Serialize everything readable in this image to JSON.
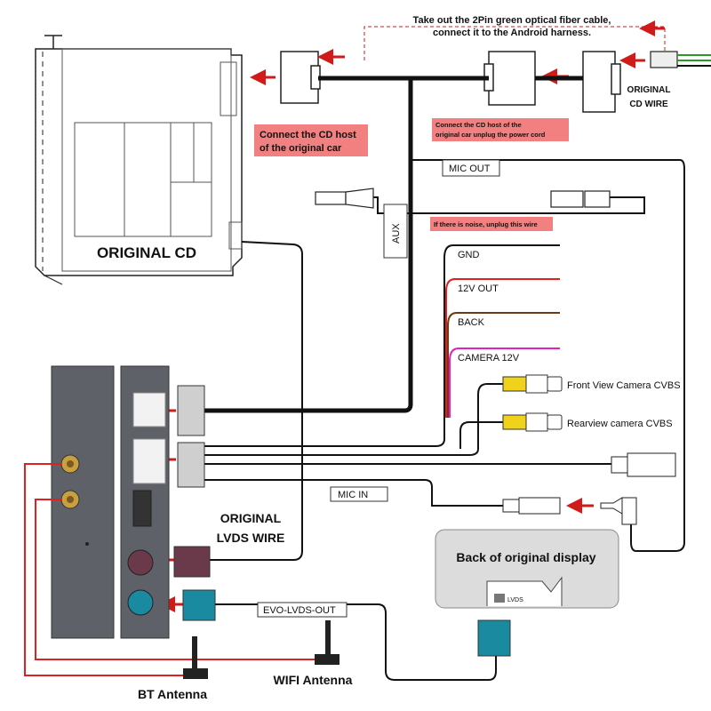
{
  "labels": {
    "fiber_instruction_line1": "Take out the 2Pin green optical fiber cable,",
    "fiber_instruction_line2": "connect it to the Android harness.",
    "original_cd_wire_line1": "ORIGINAL",
    "original_cd_wire_line2": "CD WIRE",
    "connect_cd_host_line1": "Connect the CD host",
    "connect_cd_host_line2": "of the original car",
    "unplug_power_line1": "Connect the CD host of the",
    "unplug_power_line2": "original car unplug the power cord",
    "original_cd": "ORIGINAL CD",
    "mic_out": "MIC OUT",
    "aux": "AUX",
    "noise_note": "If there is noise, unplug this wire",
    "gnd": "GND",
    "out_12v": "12V OUT",
    "back": "BACK",
    "camera_12v": "CAMERA 12V",
    "front_camera": "Front View Camera CVBS",
    "rear_camera": "Rearview camera CVBS",
    "mic_in": "MIC IN",
    "original_lvds_line1": "ORIGINAL",
    "original_lvds_line2": "LVDS WIRE",
    "back_of_display": "Back of original display",
    "lvds_port": "LVDS",
    "evo_lvds_out": "EVO-LVDS-OUT",
    "wifi_antenna": "WIFI Antenna",
    "bt_antenna": "BT Antenna"
  },
  "colors": {
    "arrow_red": "#d11a1a",
    "note_bg": "#f28080",
    "wire_black": "#111111",
    "wire_red": "#e02020",
    "wire_brown": "#6b3a10",
    "wire_magenta": "#e020c0",
    "rca_yellow": "#f0d21a",
    "fakra_maroon": "#6b3a4a",
    "fakra_teal": "#1a8aa0",
    "box_gray": "#5f6168",
    "display_gray": "#dcdcdc"
  }
}
